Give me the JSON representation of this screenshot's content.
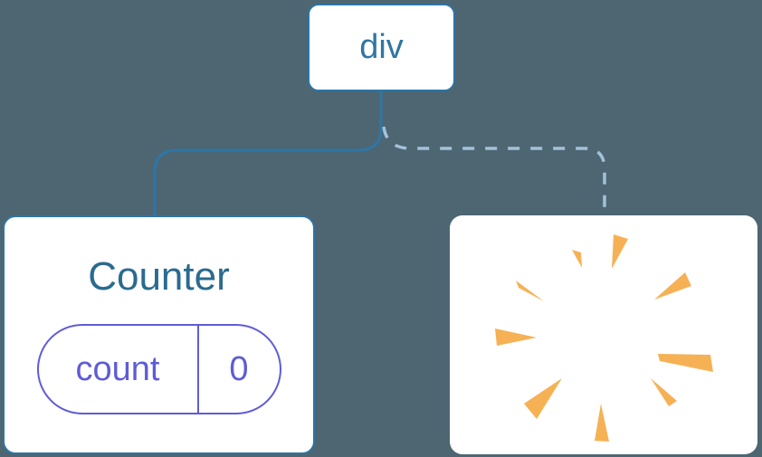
{
  "diagram": {
    "root_node": {
      "label": "div"
    },
    "counter_node": {
      "title": "Counter",
      "state_pill": {
        "key": "count",
        "value": "0"
      }
    },
    "removed_node": {
      "icon": "poof-starburst-icon"
    },
    "links": [
      {
        "from": "div",
        "to": "Counter",
        "style": "solid"
      },
      {
        "from": "div",
        "to": "removed",
        "style": "dashed"
      }
    ]
  },
  "colors": {
    "background": "#4D6672",
    "card_bg": "#FFFFFF",
    "node_border": "#2E74A4",
    "node_text": "#3076A3",
    "counter_title": "#2A6B90",
    "state_accent": "#5F5CD6",
    "solid_link": "#2E76A6",
    "dashed_link": "#A3C1D9",
    "poof": "#F6B155"
  }
}
